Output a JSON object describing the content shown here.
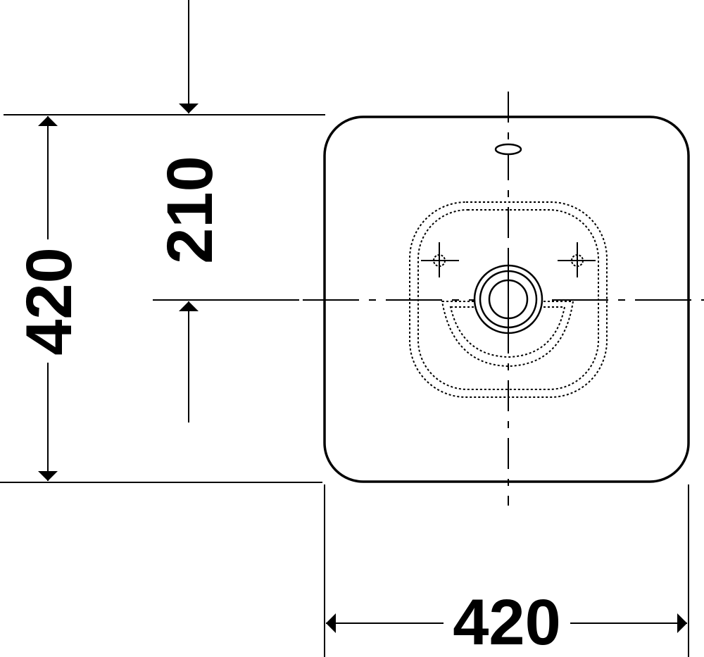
{
  "dimensions": {
    "overall_height": "420",
    "center_offset": "210",
    "overall_width": "420"
  },
  "colors": {
    "line": "#000000",
    "background": "#ffffff"
  }
}
